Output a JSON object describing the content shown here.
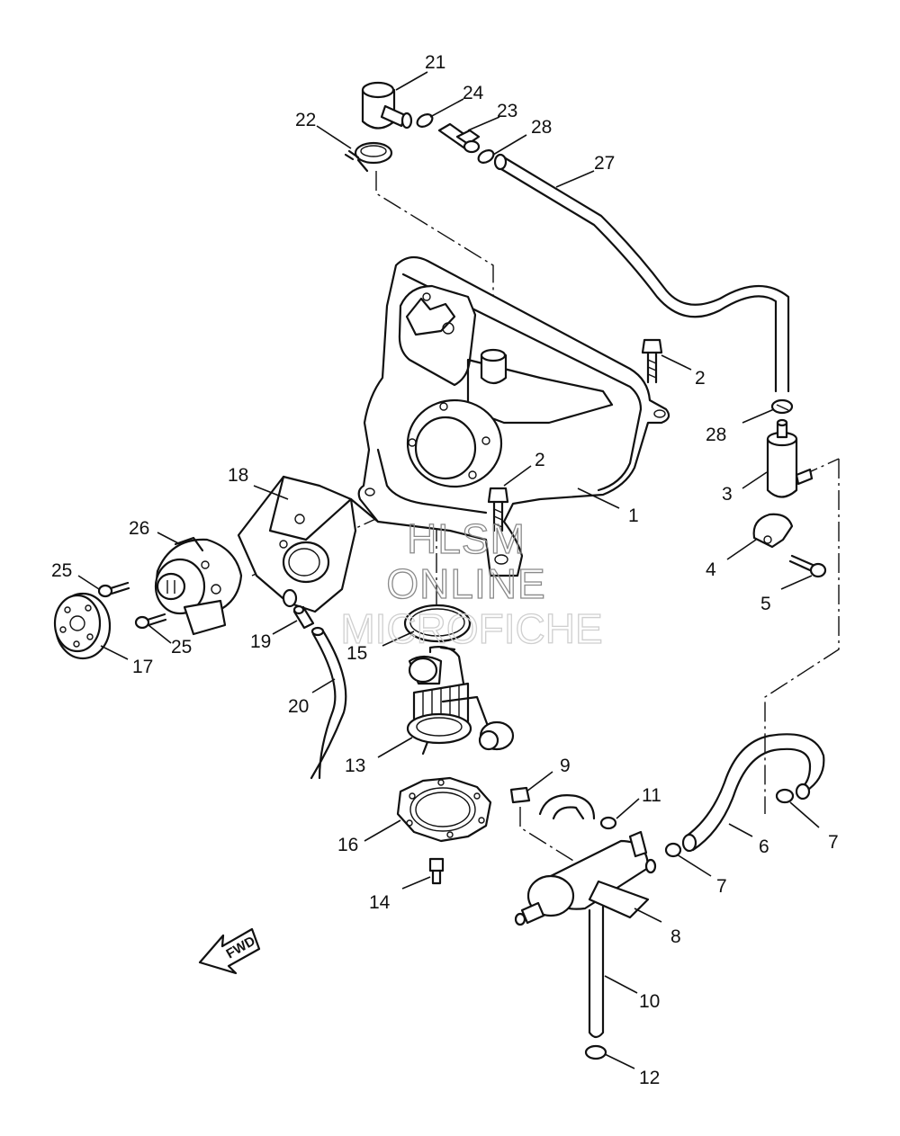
{
  "diagram": {
    "callouts": [
      "1",
      "2",
      "2",
      "3",
      "4",
      "5",
      "6",
      "7",
      "7",
      "8",
      "9",
      "10",
      "11",
      "12",
      "13",
      "14",
      "15",
      "16",
      "17",
      "18",
      "19",
      "20",
      "21",
      "22",
      "23",
      "24",
      "25",
      "25",
      "26",
      "27",
      "28",
      "28"
    ],
    "fwd_label": "FWD",
    "watermark": {
      "line1": "HLSM",
      "line2": "ONLINE",
      "line3": "MICROFICHE"
    }
  }
}
